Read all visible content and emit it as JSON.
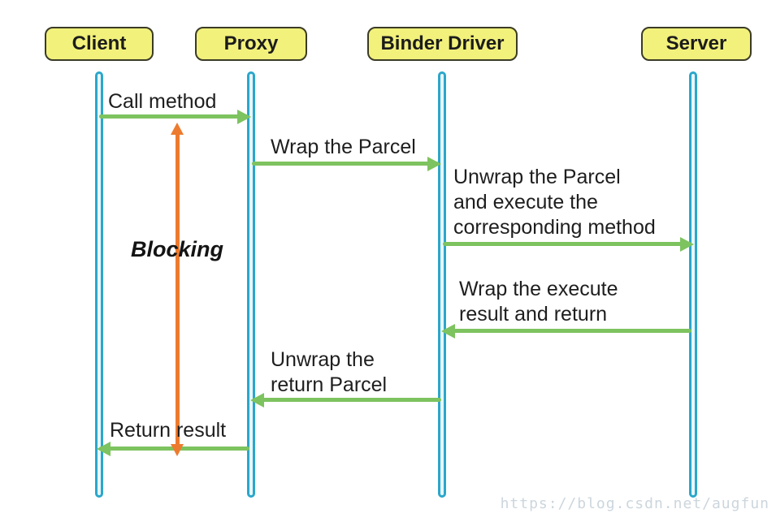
{
  "colors": {
    "box_fill": "#f2f17c",
    "box_border": "#3b3b26",
    "box_text": "#1c1c1c",
    "lifeline": "#2ba7cb",
    "lifeline_fill": "#e8f7fb",
    "arrow_green": "#7dc35f",
    "arrow_orange": "#ed7b2f",
    "watermark": "#ccd6dd"
  },
  "diagram": {
    "actors": [
      {
        "label": "Client"
      },
      {
        "label": "Proxy"
      },
      {
        "label": "Binder Driver"
      },
      {
        "label": "Server"
      }
    ],
    "messages": [
      {
        "label": "Call method",
        "from": "Client",
        "to": "Proxy"
      },
      {
        "label": "Wrap the Parcel",
        "from": "Proxy",
        "to": "Binder Driver"
      },
      {
        "label": "Unwrap the Parcel\nand execute the\ncorresponding method",
        "from": "Binder Driver",
        "to": "Server"
      },
      {
        "label": "Wrap the execute\nresult and return",
        "from": "Server",
        "to": "Binder Driver"
      },
      {
        "label": "Unwrap the\nreturn Parcel",
        "from": "Binder Driver",
        "to": "Proxy"
      },
      {
        "label": "Return result",
        "from": "Proxy",
        "to": "Client"
      }
    ],
    "blocking": {
      "label": "Blocking"
    },
    "watermark": {
      "text": "https://blog.csdn.net/augfun"
    }
  }
}
